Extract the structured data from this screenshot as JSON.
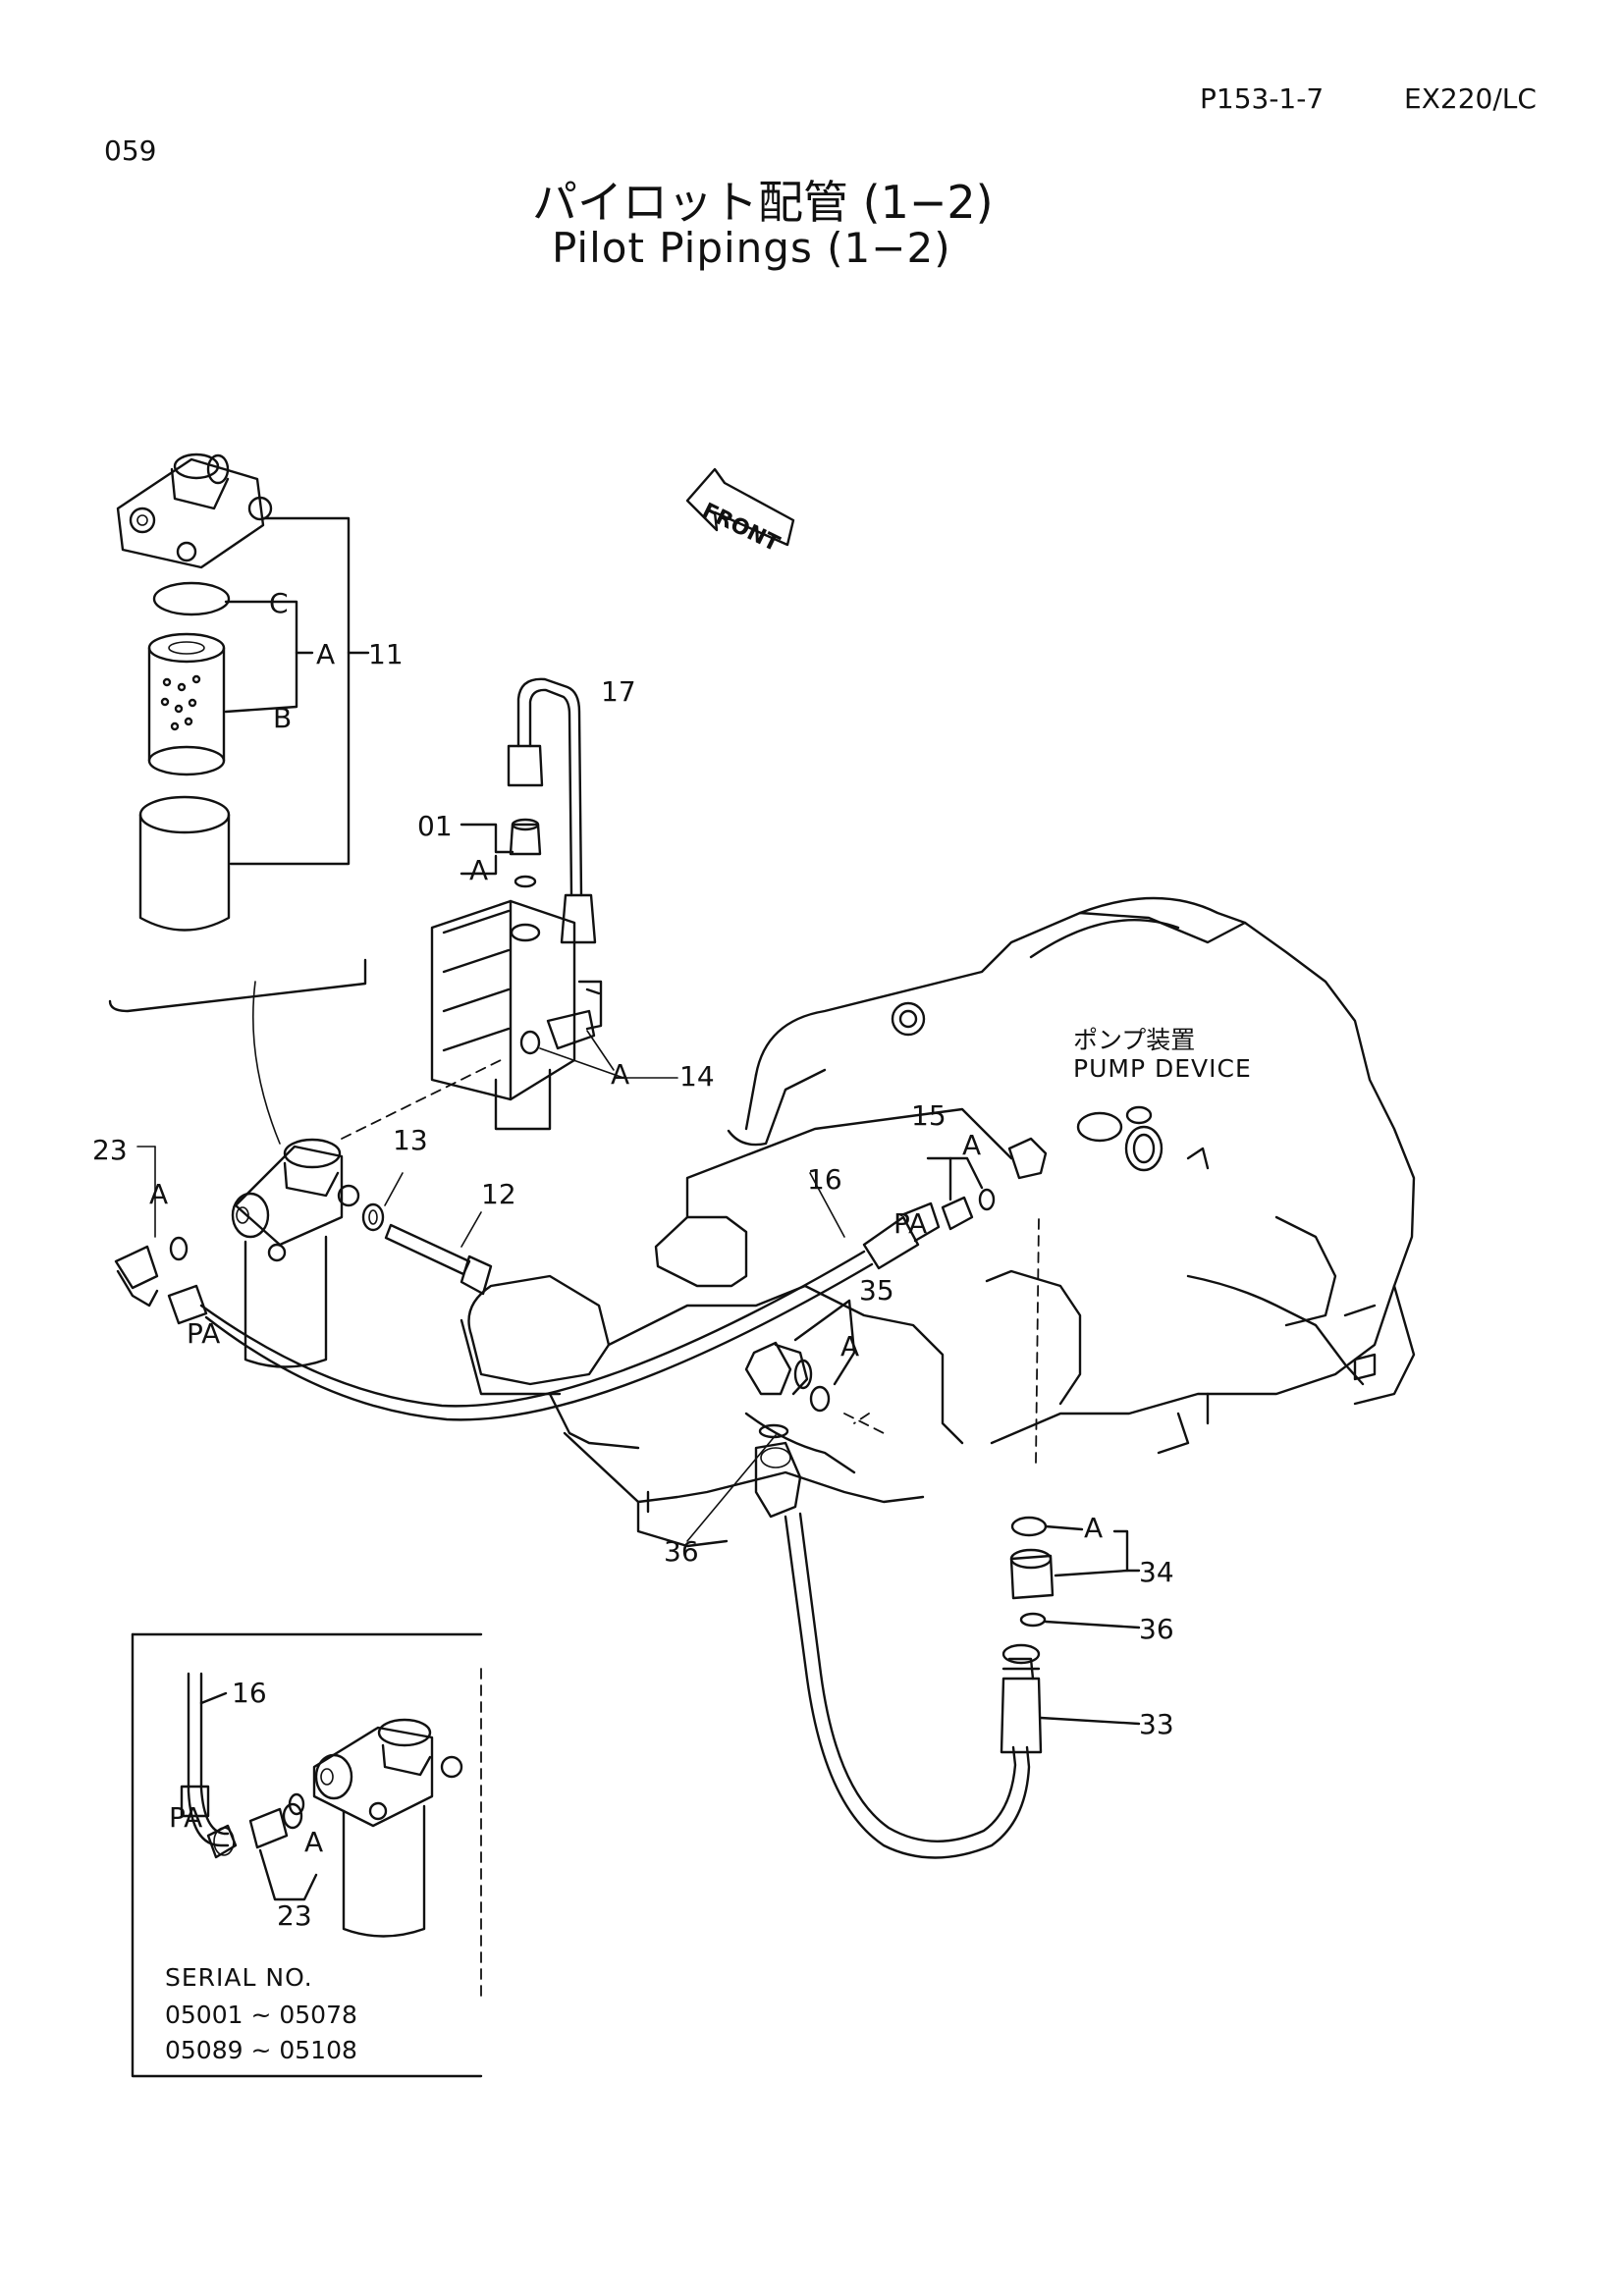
{
  "header": {
    "page_ref": "P153-1-7",
    "model": "EX220/LC",
    "page_no": "059"
  },
  "title": {
    "japanese": "パイロット配管 (1−2)",
    "english": "Pilot Pipings (1−2)"
  },
  "front_marker": "FRONT",
  "pump_label": {
    "japanese": "ポンプ装置",
    "english": "PUMP DEVICE"
  },
  "labels": {
    "p11": "11",
    "pA_top": "A",
    "pB": "B",
    "pC": "C",
    "p17": "17",
    "p01": "01",
    "pA_01": "A",
    "p14": "14",
    "pA_14": "A",
    "p23": "23",
    "pA_23": "A",
    "pPA_left": "PA",
    "p13": "13",
    "p12": "12",
    "p15": "15",
    "pA_15": "A",
    "p16": "16",
    "pPA_16": "PA",
    "p35": "35",
    "pA_35": "A",
    "p36_left": "36",
    "pA_34": "A",
    "p34": "34",
    "p36_right": "36",
    "p33": "33"
  },
  "inset": {
    "p16": "16",
    "pPA": "PA",
    "pA": "A",
    "p23": "23",
    "serial_heading": "SERIAL  NO.",
    "serial_range_1": "05001 ~ 05078",
    "serial_range_2": "05089 ~ 05108"
  }
}
